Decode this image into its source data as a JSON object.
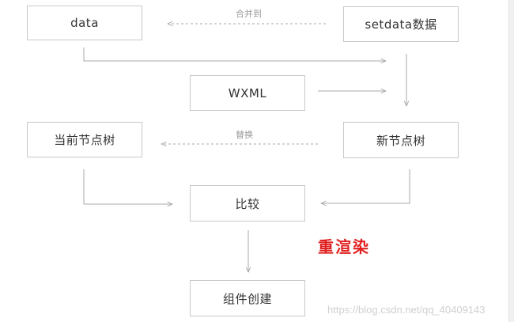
{
  "nodes": {
    "data": "data",
    "setdata": "setdata数据",
    "wxml": "WXML",
    "current_tree": "当前节点树",
    "new_tree": "新节点树",
    "compare": "比较",
    "create": "组件创建"
  },
  "edge_labels": {
    "merge": "合并到",
    "replace": "替换"
  },
  "note": {
    "text": "重渲染",
    "color": "#e02020"
  },
  "watermark": "https://blog.csdn.net/qq_40409143",
  "colors": {
    "box_border": "#c9c9c9",
    "edge": "#a8a8a8",
    "label": "#9a9a9a"
  }
}
